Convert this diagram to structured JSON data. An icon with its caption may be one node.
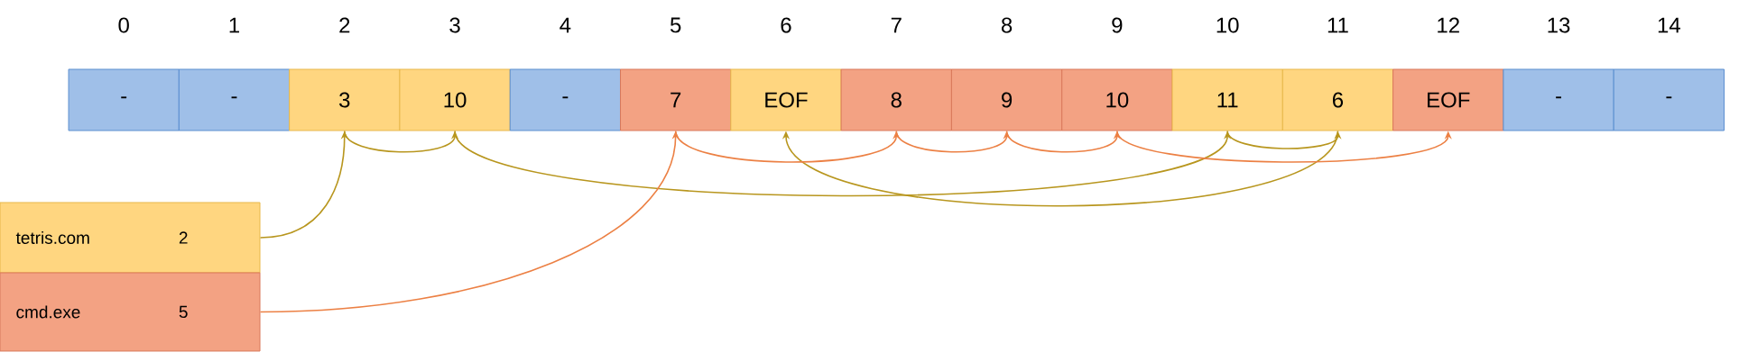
{
  "diagram": {
    "nodes": [
      {
        "text": [
          "-"
        ],
        "beside": [
          "0"
        ]
      },
      {
        "text": [
          "-"
        ],
        "beside": [
          "1"
        ]
      },
      {
        "text": [
          "3"
        ],
        "beside": [
          "2"
        ]
      },
      {
        "text": [
          "10"
        ],
        "beside": [
          "3"
        ]
      },
      {
        "text": [
          "-"
        ],
        "beside": [
          "4"
        ]
      },
      {
        "text": [
          "7"
        ],
        "beside": [
          "5"
        ]
      },
      {
        "text": [
          "EOF"
        ],
        "beside": [
          "6"
        ]
      },
      {
        "text": [
          "8"
        ],
        "beside": [
          "7"
        ]
      },
      {
        "text": [
          "9"
        ],
        "beside": [
          "8"
        ]
      },
      {
        "text": [
          "10"
        ],
        "beside": [
          "9"
        ]
      },
      {
        "text": [
          "11"
        ],
        "beside": [
          "10"
        ]
      },
      {
        "text": [
          "6"
        ],
        "beside": [
          "11"
        ]
      },
      {
        "text": [
          "EOF"
        ],
        "beside": [
          "12"
        ]
      },
      {
        "text": [
          "-"
        ],
        "beside": [
          "13"
        ]
      },
      {
        "text": [
          "-"
        ],
        "beside": [
          "14"
        ]
      },
      {
        "text": [
          "tetris.com",
          "2"
        ]
      },
      {
        "text": [
          "cmd.exe",
          "5"
        ]
      }
    ],
    "edges": [
      {
        "from": 15,
        "to": 2,
        "arrow": "to",
        "color": "#b8961e"
      },
      {
        "from": 2,
        "to": 3,
        "arrow": "to",
        "color": "#b8961e"
      },
      {
        "from": 3,
        "to": 10,
        "arrow": "to",
        "color": "#b8961e"
      },
      {
        "from": 10,
        "to": 11,
        "arrow": "to",
        "color": "#b8961e"
      },
      {
        "from": 11,
        "to": 6,
        "arrow": "to",
        "color": "#b8961e"
      },
      {
        "from": 16,
        "to": 5,
        "arrow": "to",
        "color": "#ec8044"
      },
      {
        "from": 5,
        "to": 7,
        "arrow": "to",
        "color": "#ec8044"
      },
      {
        "from": 7,
        "to": 8,
        "arrow": "to",
        "color": "#ec8044"
      },
      {
        "from": 8,
        "to": 9,
        "arrow": "to",
        "color": "#ec8044"
      },
      {
        "from": 9,
        "to": 12,
        "arrow": "to",
        "color": "#ec8044"
      }
    ]
  }
}
